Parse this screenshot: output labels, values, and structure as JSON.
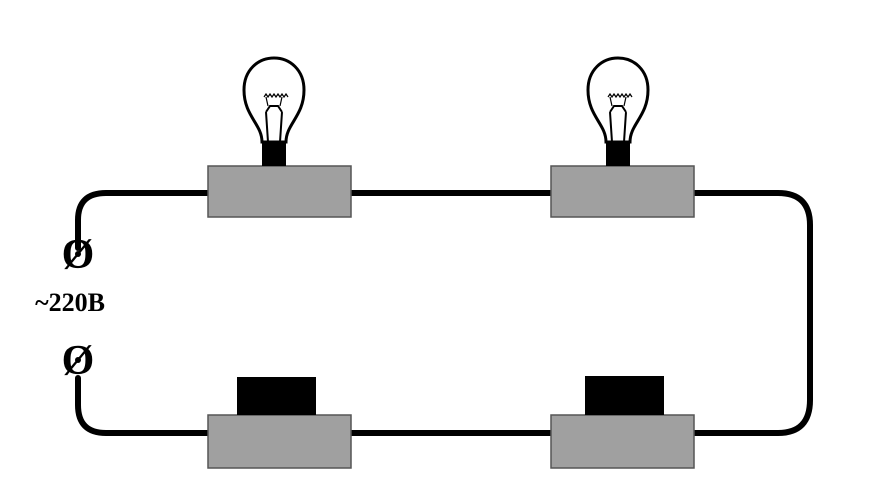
{
  "power_source": {
    "terminal_top_symbol": "Ø",
    "terminal_bottom_symbol": "Ø",
    "voltage_label": "~220B"
  },
  "components": [
    {
      "type": "lamp-socket-with-bulb"
    },
    {
      "type": "lamp-socket-with-bulb"
    },
    {
      "type": "switch-base-with-cap"
    },
    {
      "type": "switch-base-with-cap"
    }
  ],
  "colors": {
    "wire": "#000000",
    "block_fill": "#a0a0a0",
    "block_stroke": "#555555",
    "switch_cap": "#000000",
    "background": "#ffffff"
  }
}
